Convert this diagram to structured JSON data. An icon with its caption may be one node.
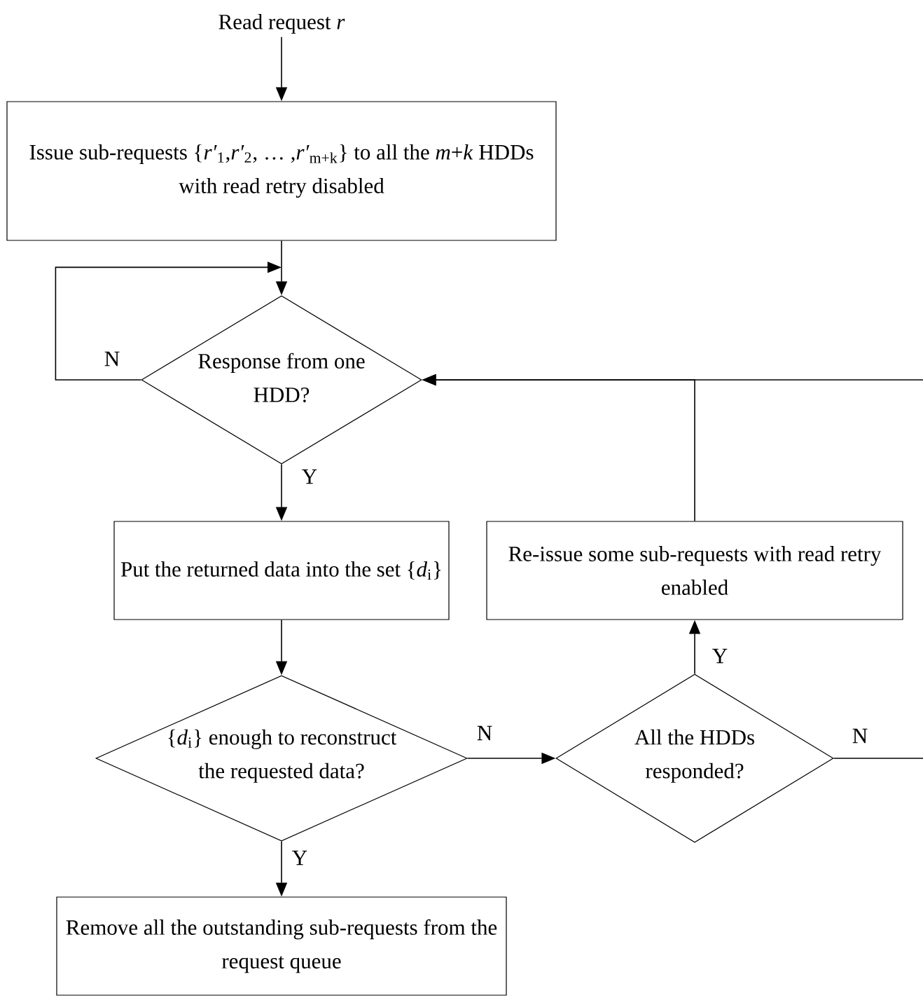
{
  "diagram": {
    "nodes": [
      {
        "text": [
          "Read request *r*"
        ]
      },
      {
        "text": [
          "Issue sub-requests {*r′*$_{1}$,*r′*$_{2}$, … ,*r′*$_{m+k}$} to all the *m*+*k* HDDs with read retry disabled"
        ]
      },
      {
        "text": [
          "Response from one HDD?"
        ]
      },
      {
        "text": [
          "Put the returned data into the set {*d*$_{i}$}"
        ]
      },
      {
        "text": [
          "{*d*$_{i}$} enough to reconstruct the requested data?"
        ]
      },
      {
        "text": [
          "Remove all the outstanding sub-requests from the request queue"
        ]
      },
      {
        "text": [
          "All the HDDs responded?"
        ]
      },
      {
        "text": [
          "Re-issue some sub-requests with read retry enabled"
        ]
      }
    ],
    "edges": [
      {
        "from": 0,
        "to": 1,
        "arrow": "to"
      },
      {
        "from": 1,
        "to": 2,
        "arrow": "to"
      },
      {
        "from": 2,
        "to": 2,
        "arrow": "to",
        "label": "N"
      },
      {
        "from": 2,
        "to": 3,
        "arrow": "to",
        "label": "Y"
      },
      {
        "from": 3,
        "to": 4,
        "arrow": "to"
      },
      {
        "from": 4,
        "to": 5,
        "arrow": "to",
        "label": "Y"
      },
      {
        "from": 4,
        "to": 6,
        "arrow": "to",
        "label": "N"
      },
      {
        "from": 6,
        "to": 7,
        "arrow": "to",
        "label": "Y"
      },
      {
        "from": 6,
        "to": null,
        "arrow": "none",
        "label": "N"
      },
      {
        "from": null,
        "to": 2,
        "arrow": "to"
      },
      {
        "from": 7,
        "to": 2,
        "arrow": "to"
      }
    ]
  }
}
